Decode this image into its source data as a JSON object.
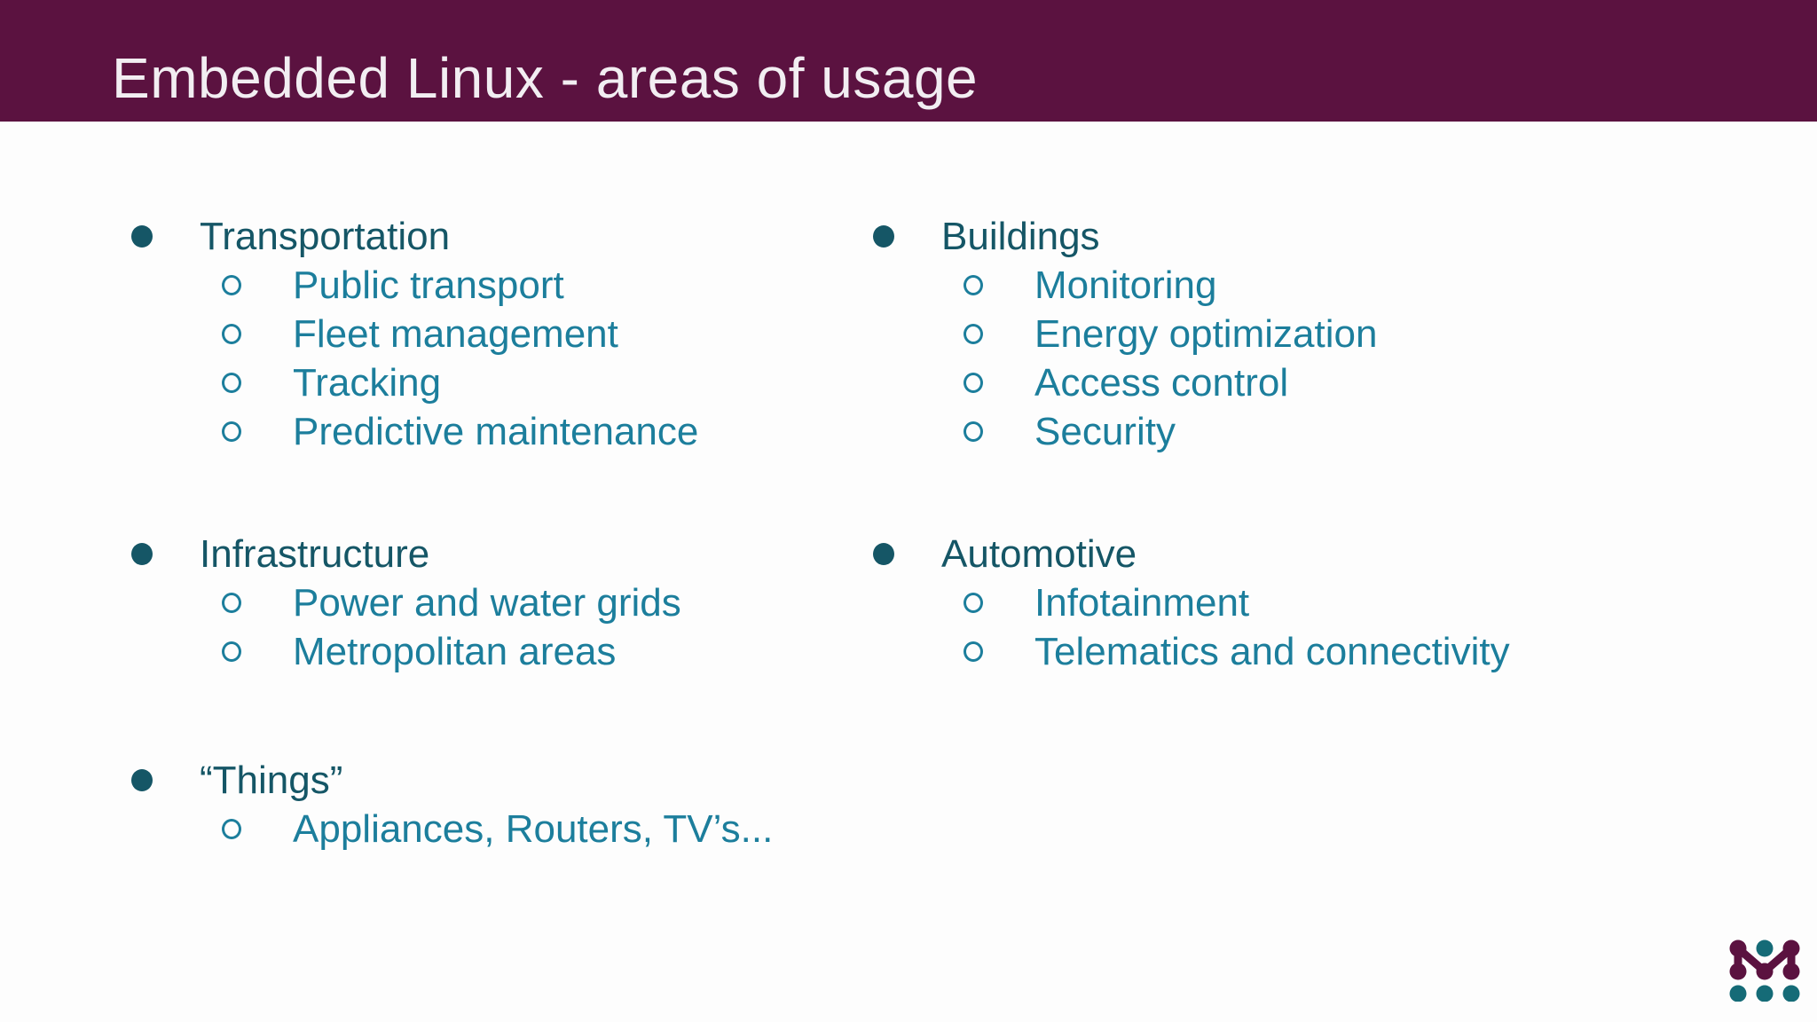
{
  "slide": {
    "header": {
      "title": "Embedded Linux - areas of usage"
    },
    "colors": {
      "header_bg": "#5B1240",
      "title_text": "#F2EEF2",
      "level1_text": "#155666",
      "level2_text": "#1C7E9C",
      "background": "#FDFDFD",
      "logo_maroon": "#5B1240",
      "logo_teal": "#156B77"
    },
    "columns": {
      "left": [
        {
          "label": "Transportation",
          "items": [
            "Public transport",
            "Fleet management",
            "Tracking",
            "Predictive maintenance"
          ]
        },
        {
          "label": "Infrastructure",
          "items": [
            "Power and water grids",
            "Metropolitan areas"
          ]
        },
        {
          "label": "“Things”",
          "items": [
            "Appliances, Routers, TV’s..."
          ]
        }
      ],
      "right": [
        {
          "label": "Buildings",
          "items": [
            "Monitoring",
            "Energy optimization",
            "Access control",
            "Security"
          ]
        },
        {
          "label": "Automotive",
          "items": [
            "Infotainment",
            "Telematics and connectivity"
          ]
        }
      ]
    },
    "logo": {
      "name": "mender-dots-logo"
    }
  }
}
